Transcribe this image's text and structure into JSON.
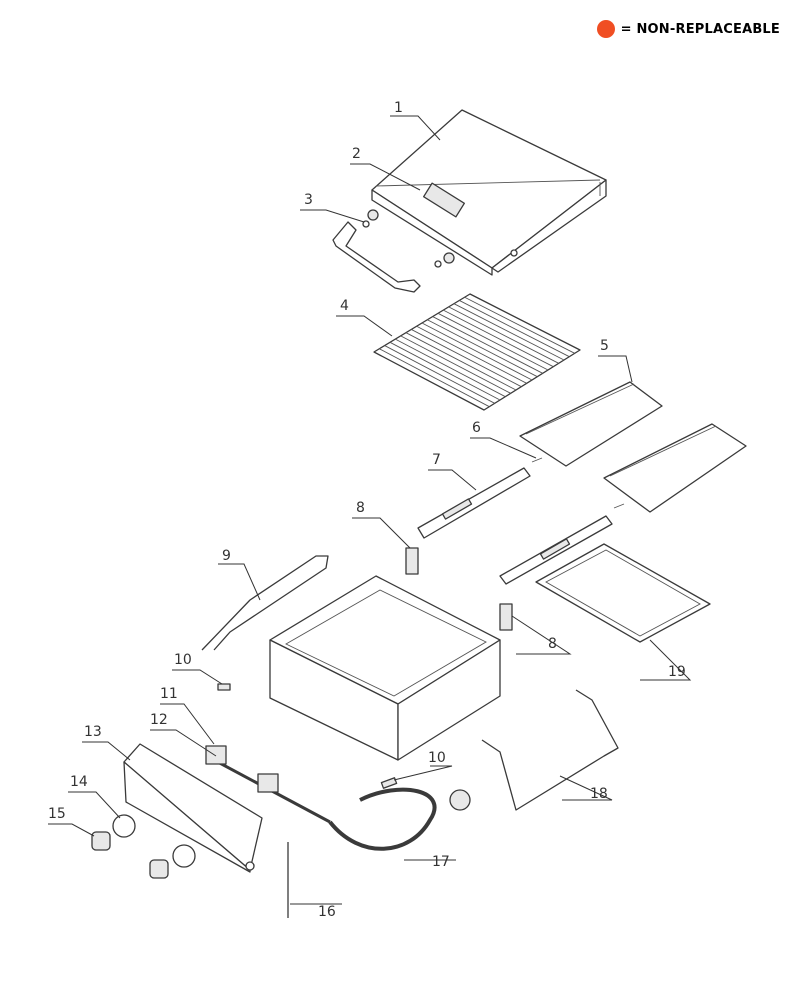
{
  "legend": {
    "text": "= NON-REPLACEABLE",
    "color": "#f04e23"
  },
  "labels": {
    "l1": "1",
    "l2": "2",
    "l3": "3",
    "l4": "4",
    "l5": "5",
    "l6": "6",
    "l7": "7",
    "l8a": "8",
    "l8b": "8",
    "l9": "9",
    "l10a": "10",
    "l10b": "10",
    "l11": "11",
    "l12": "12",
    "l13": "13",
    "l14": "14",
    "l15": "15",
    "l16": "16",
    "l17": "17",
    "l18": "18",
    "l19": "19"
  }
}
